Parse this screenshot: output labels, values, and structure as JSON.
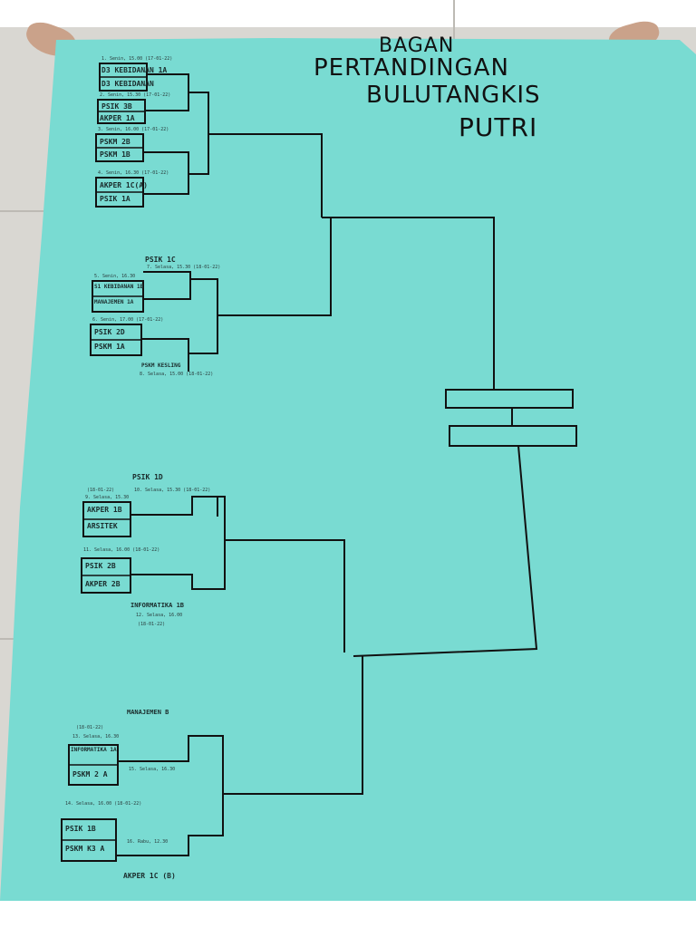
{
  "title": {
    "line1": "BAGAN",
    "line2": "PERTANDINGAN",
    "line3": "BULUTANGKIS",
    "line4": "PUTRI"
  },
  "colors": {
    "paper": "#79dbd2",
    "ink": "#111111",
    "floor": "#d9d7d2"
  },
  "teams": {
    "t1": "D3 KEBIDANAN 1A",
    "t2": "D3 KEBIDANAN",
    "t3": "PSIK 3B",
    "t4": "AKPER 1A",
    "t5": "PSKM 2B",
    "t6": "PSKM 1B",
    "t7": "AKPER 1C(A)",
    "t8": "PSIK 1A",
    "t9": "PSIK 1C",
    "t10": "S1 KEBIDANAN 1B",
    "t11": "MANAJEMEN 1A",
    "t12": "PSIK 2D",
    "t13": "PSKM 1A",
    "t14": "PSKM KESLING",
    "t15": "PSIK 1D",
    "t16": "AKPER 1B",
    "t17": "ARSITEK",
    "t18": "PSIK 2B",
    "t19": "AKPER 2B",
    "t20": "INFORMATIKA 1B",
    "t21": "MANAJEMEN B",
    "t22": "INFORMATIKA 1A",
    "t23": "PSKM 2 A",
    "t24": "PSIK 1B",
    "t25": "PSKM K3 A",
    "t26": "AKPER 1C (B)"
  },
  "notes": {
    "n1": "1. Senin, 15.00 (17-01-22)",
    "n2": "2. Senin, 15.30 (17-01-22)",
    "n3": "3. Senin, 16.00 (17-01-22)",
    "n4": "4. Senin, 16.30 (17-01-22)",
    "n5": "5. Senin, 16.30",
    "n6": "6. Senin, 17.00 (17-01-22)",
    "n7": "7. Selasa, 15.30 (18-01-22)",
    "n8": "8. Selasa, 15.00 (18-01-22)",
    "n9": "9. Selasa, 15.30",
    "n10": "(18-01-22)",
    "n11": "10. Selasa, 15.30 (18-01-22)",
    "n12": "11. Selasa, 16.00 (18-01-22)",
    "n13": "12. Selasa, 16.00",
    "n14": "(18-01-22)",
    "n15": "13. Selasa, 16.30",
    "n16": "14. Selasa, 16.00 (18-01-22)",
    "n17": "15. Selasa, 16.30",
    "n18": "16. Rabu, 12.30",
    "n19": "(18-01-22)"
  }
}
